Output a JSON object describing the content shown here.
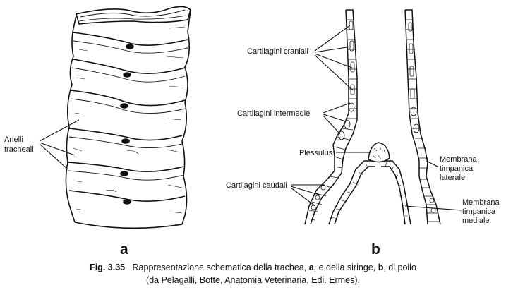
{
  "labels": {
    "anelli_line1": "Anelli",
    "anelli_line2": "tracheali",
    "cartilagini_craniali": "Cartilagini craniali",
    "cartilagini_intermedie": "Cartilagini intermedie",
    "plessulus": "Plessulus",
    "cartilagini_caudali": "Cartilagini caudali",
    "memb_lat_1": "Membrana",
    "memb_lat_2": "timpanica",
    "memb_lat_3": "laterale",
    "memb_med_1": "Membrana",
    "memb_med_2": "timpanica",
    "memb_med_3": "mediale"
  },
  "panels": {
    "a": "a",
    "b": "b"
  },
  "caption": {
    "fig_number": "Fig. 3.35",
    "line1_part1": "Rappresentazione schematica della trachea,",
    "line1_a": "a",
    "line1_part2": ", e della siringe,",
    "line1_b": "b",
    "line1_part3": ", di pollo",
    "line2": "(da Pelagalli, Botte, Anatomia Veterinaria, Edi. Ermes)."
  },
  "colors": {
    "ink": "#111111",
    "paper": "#ffffff"
  }
}
